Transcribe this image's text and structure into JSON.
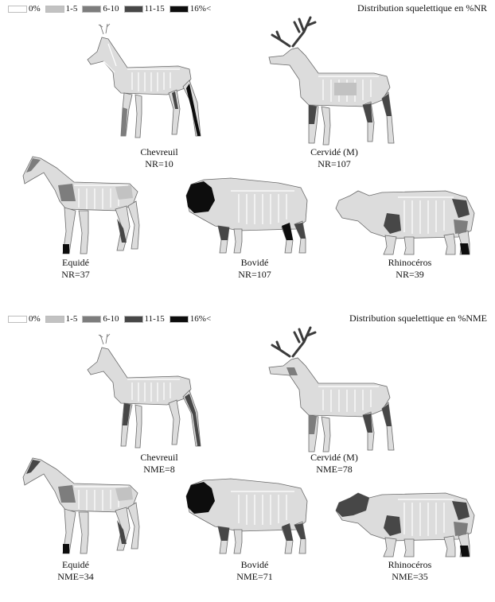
{
  "legend": [
    {
      "label": "0%",
      "color": "#ffffff"
    },
    {
      "label": "1-5",
      "color": "#c2c2c2"
    },
    {
      "label": "6-10",
      "color": "#7d7d7d"
    },
    {
      "label": "11-15",
      "color": "#474747"
    },
    {
      "label": "16%<",
      "color": "#0d0d0d"
    }
  ],
  "panels": [
    {
      "title": "Distribution squelettique en %NR",
      "animals": [
        {
          "name": "Chevreuil",
          "count": "NR=10"
        },
        {
          "name": "Cervidé (M)",
          "count": "NR=107"
        },
        {
          "name": "Equidé",
          "count": "NR=37"
        },
        {
          "name": "Bovidé",
          "count": "NR=107"
        },
        {
          "name": "Rhinocéros",
          "count": "NR=39"
        }
      ]
    },
    {
      "title": "Distribution squelettique en %NME",
      "animals": [
        {
          "name": "Chevreuil",
          "count": "NME=8"
        },
        {
          "name": "Cervidé (M)",
          "count": "NME=78"
        },
        {
          "name": "Equidé",
          "count": "NME=34"
        },
        {
          "name": "Bovidé",
          "count": "NME=71"
        },
        {
          "name": "Rhinocéros",
          "count": "NME=35"
        }
      ]
    }
  ]
}
